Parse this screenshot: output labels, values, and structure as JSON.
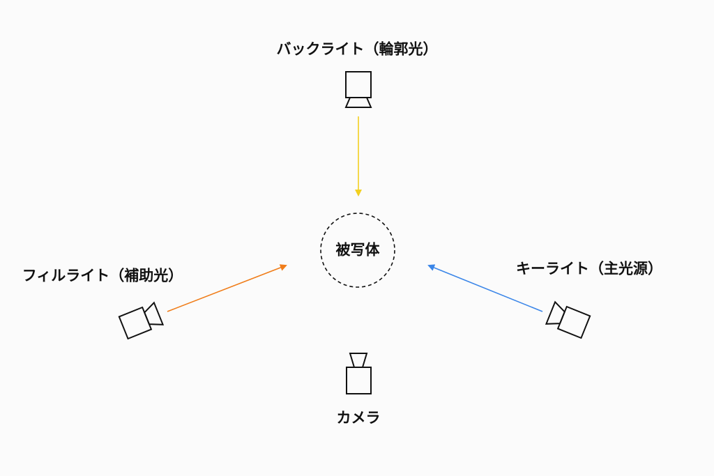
{
  "diagram": {
    "subject": {
      "label": "被写体"
    },
    "back_light": {
      "label": "バックライト（輪郭光）",
      "arrow_color": "#f2d020"
    },
    "fill_light": {
      "label": "フィルライト（補助光）",
      "arrow_color": "#f07d1a"
    },
    "key_light": {
      "label": "キーライト（主光源）",
      "arrow_color": "#3b86e8"
    },
    "camera": {
      "label": "カメラ"
    },
    "line_color": "#111111"
  }
}
